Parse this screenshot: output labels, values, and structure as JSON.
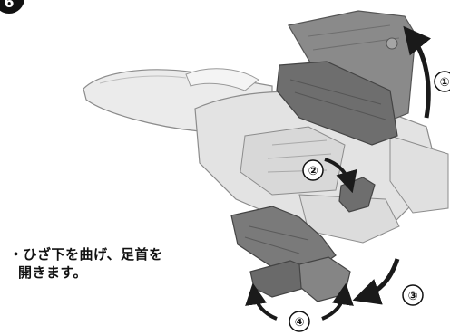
{
  "step": {
    "number": "6"
  },
  "instruction": {
    "line1": "・ひざ下を曲げ、足首を",
    "line2": "開きます。"
  },
  "markers": {
    "m1": "①",
    "m2": "②",
    "m3": "③",
    "m4": "④"
  },
  "colors": {
    "plane_body": "#e6e6e6",
    "plane_outline": "#8c8c8c",
    "dark_part": "#6e6e6e",
    "arrow": "#1a1a1a"
  }
}
